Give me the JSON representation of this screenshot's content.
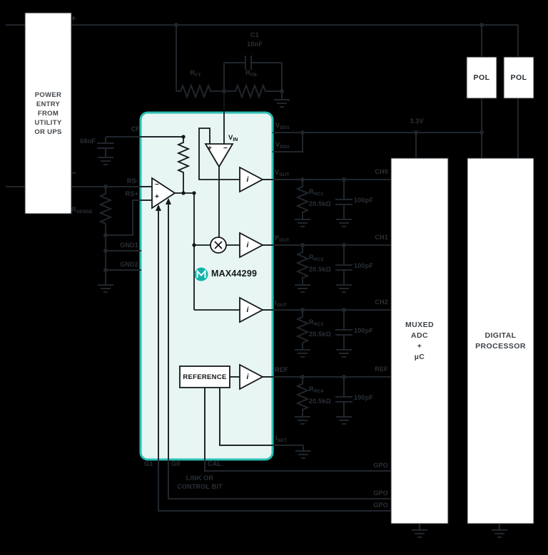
{
  "background": "#000000",
  "accent_teal": "#2cbfb4",
  "power_entry": {
    "label": "POWER\nENTRY\nFROM\nUTILITY\nOR UPS",
    "plus": "+",
    "minus": "−"
  },
  "divider": {
    "c1_name": "C1",
    "c1_value": "10nF",
    "rft_base": "R",
    "rft_sub": "FT",
    "rfb_base": "R",
    "rfb_sub": "FB"
  },
  "input_filter": {
    "pin": "CF",
    "cap_value": "68nF"
  },
  "sense": {
    "r_base": "R",
    "r_sub": "SENSE",
    "rs_minus": "RS-",
    "rs_plus": "RS+",
    "gnd1": "GND1",
    "gnd2": "GND2"
  },
  "chip": {
    "name": "MAX44299",
    "vin_base": "V",
    "vin_sub": "IN",
    "reference": "REFERENCE",
    "buffer": "i",
    "plus": "+",
    "minus": "−"
  },
  "supply": {
    "vdd1_base": "V",
    "vdd1_sub": "DD1",
    "vdd2_base": "V",
    "vdd2_sub": "DD2",
    "rail": "3.3V"
  },
  "pol": {
    "label": "POL"
  },
  "channels": [
    {
      "pin_base": "V",
      "pin_sub": "OUT",
      "res_base": "R",
      "res_sub": "RC1",
      "res_value": "20.5kΩ",
      "cap_value": "100pF",
      "channel": "CH0"
    },
    {
      "pin_base": "P",
      "pin_sub": "OUT",
      "res_base": "R",
      "res_sub": "RC2",
      "res_value": "20.5kΩ",
      "cap_value": "100pF",
      "channel": "CH1"
    },
    {
      "pin_base": "I",
      "pin_sub": "OUT",
      "res_base": "R",
      "res_sub": "RC3",
      "res_value": "20.5kΩ",
      "cap_value": "100pF",
      "channel": "CH2"
    },
    {
      "pin_base": "REF",
      "pin_sub": "",
      "res_base": "R",
      "res_sub": "RC4",
      "res_value": "20.5kΩ",
      "cap_value": "100pF",
      "channel": "REF"
    }
  ],
  "control": {
    "iset_base": "I",
    "iset_sub": "SET",
    "g1": "G1",
    "g0": "G0",
    "cal": "CAL",
    "gpo": "GPO",
    "note": "LINK OR\nCONTROL BIT"
  },
  "adc_box": {
    "label": "MUXED\nADC\n+\nµC"
  },
  "processor_box": {
    "label": "DIGITAL\nPROCESSOR"
  }
}
